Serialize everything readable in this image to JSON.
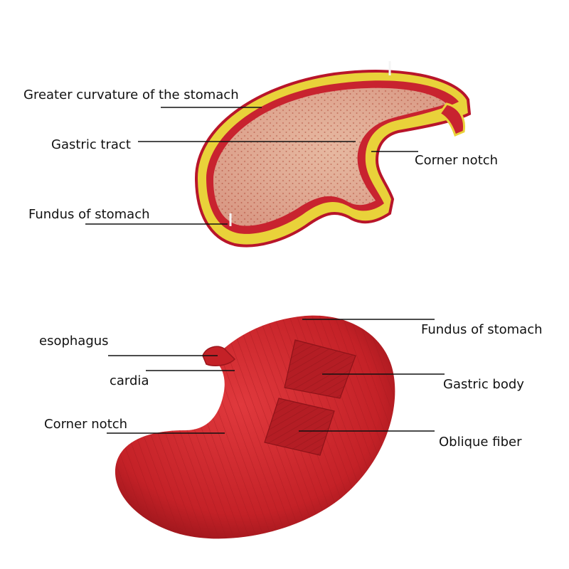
{
  "top_specimen": {
    "labels": {
      "greater_curvature": "Greater curvature of the stomach",
      "gastric_tract": "Gastric tract",
      "corner_notch": "Corner notch",
      "fundus": "Fundus of stomach"
    }
  },
  "bottom_specimen": {
    "labels": {
      "fundus": "Fundus of stomach",
      "esophagus": "esophagus",
      "cardia": "cardia",
      "gastric_body": "Gastric body",
      "corner_notch": "Corner notch",
      "oblique_fiber": "Oblique fiber"
    }
  },
  "colors": {
    "serosa_yellow": "#e9d23a",
    "muscle_red": "#c8232f",
    "mucosa_pink": "#e6b7a0",
    "outer_muscle": "#c92a2a",
    "leader_line": "#111111"
  }
}
